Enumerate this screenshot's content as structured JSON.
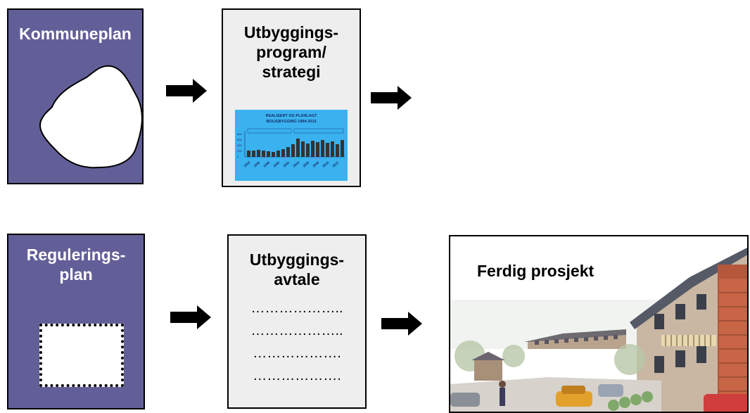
{
  "top_row": {
    "kommuneplan": {
      "title": "Kommuneplan"
    },
    "utbyggingsprogram": {
      "title_lines": [
        "Utbyggings-",
        "program/",
        "strategi"
      ],
      "mini_chart": {
        "title_lines": [
          "REALISERT OG PLANLAGT",
          "BOLIGBYGGING 1994-2013"
        ],
        "bg_color": "#39b2ef"
      }
    }
  },
  "bottom_row": {
    "reguleringsplan": {
      "title_lines": [
        "Regulerings-",
        "plan"
      ]
    },
    "utbyggingsavtale": {
      "title_lines": [
        "Utbyggings-",
        "avtale"
      ],
      "dotted_lines": [
        "………………..",
        "………………..",
        "……………….",
        "………………."
      ]
    },
    "ferdig_prosjekt": {
      "title": "Ferdig prosjekt"
    }
  },
  "colors": {
    "plan_box": "#625f98",
    "document_box": "#eeeeee",
    "arrow": "#000000"
  },
  "icons": [
    "arrow-right-icon",
    "municipality-outline-icon",
    "parcel-dotted-outline-icon"
  ]
}
